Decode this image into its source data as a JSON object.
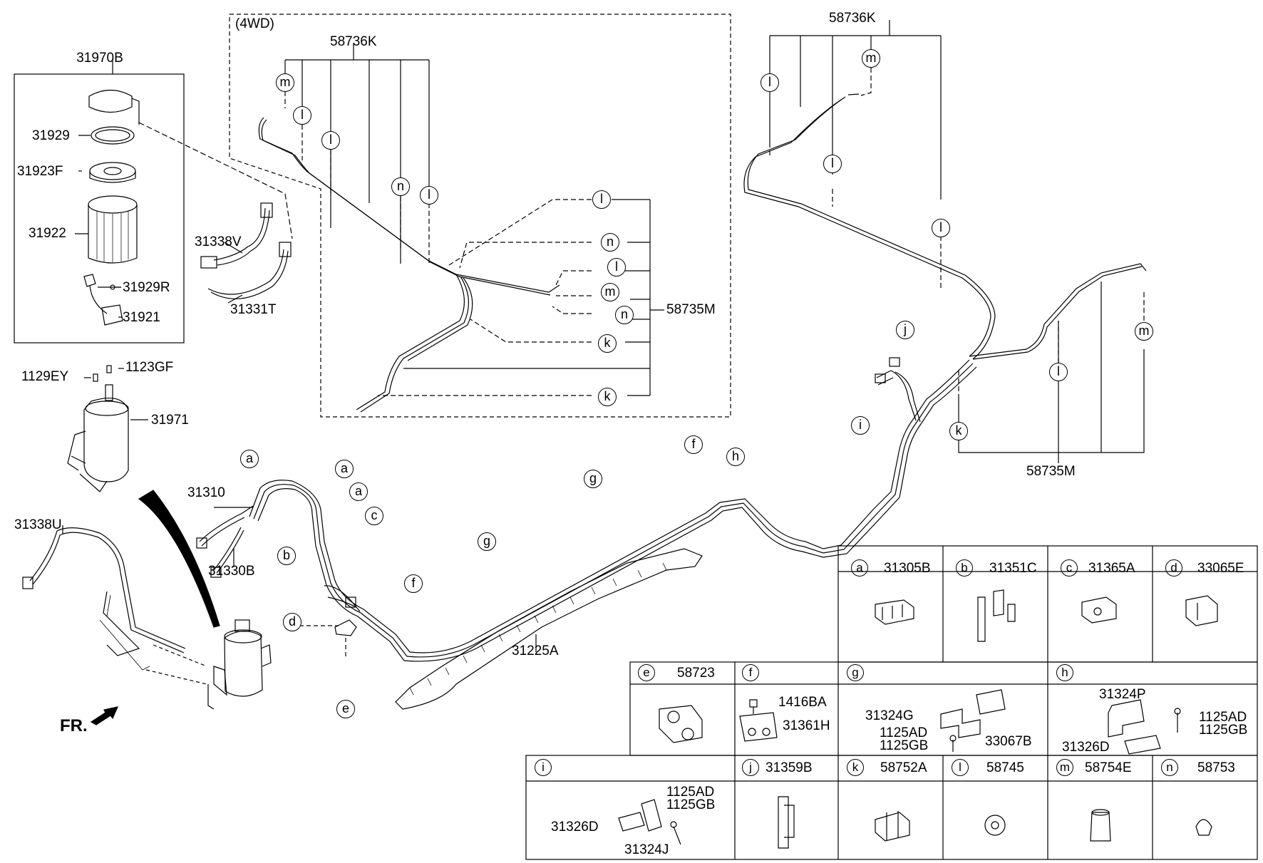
{
  "title": "",
  "header_labels": {
    "box_4wd": "(4WD)",
    "code_58736K_a": "58736K",
    "code_58736K_b": "58736K",
    "code_58735M_a": "58735M",
    "code_58735M_b": "58735M",
    "fr": "FR."
  },
  "filter_assembly": {
    "code": "31970B",
    "parts": [
      "31929",
      "31923F",
      "31922",
      "31929R",
      "31921"
    ]
  },
  "part_numbers": {
    "p31338V": "31338V",
    "p31331T": "31331T",
    "p1129EY": "1129EY",
    "p1123GF": "1123GF",
    "p31971": "31971",
    "p31338U": "31338U",
    "p31310": "31310",
    "p31330B": "31330B",
    "p31225A": "31225A"
  },
  "callouts": [
    "a",
    "b",
    "c",
    "d",
    "e",
    "f",
    "g",
    "h",
    "i",
    "j",
    "k",
    "l",
    "m",
    "n"
  ],
  "legend_table": {
    "row1": [
      {
        "letter": "a",
        "code": "31305B"
      },
      {
        "letter": "b",
        "code": "31351C"
      },
      {
        "letter": "c",
        "code": "31365A"
      },
      {
        "letter": "d",
        "code": "33065E"
      }
    ],
    "row2": [
      {
        "letter": "e",
        "code": "58723",
        "parts": []
      },
      {
        "letter": "f",
        "code": "",
        "parts": [
          "1416BA",
          "31361H"
        ]
      },
      {
        "letter": "g",
        "code": "",
        "parts": [
          "31324G",
          "1125AD",
          "1125GB",
          "33067B"
        ]
      },
      {
        "letter": "h",
        "code": "",
        "parts": [
          "31324P",
          "1125AD",
          "1125GB",
          "31326D"
        ]
      }
    ],
    "row3": [
      {
        "letter": "i",
        "code": "",
        "parts": [
          "1125AD",
          "1125GB",
          "31326D",
          "31324J"
        ]
      },
      {
        "letter": "j",
        "code": "31359B"
      },
      {
        "letter": "k",
        "code": "58752A"
      },
      {
        "letter": "l",
        "code": "58745"
      },
      {
        "letter": "m",
        "code": "58754E"
      },
      {
        "letter": "n",
        "code": "58753"
      }
    ]
  },
  "icons": [
    "arrow-fr-icon",
    "clip-icon",
    "filter-icon",
    "bolt-icon"
  ]
}
